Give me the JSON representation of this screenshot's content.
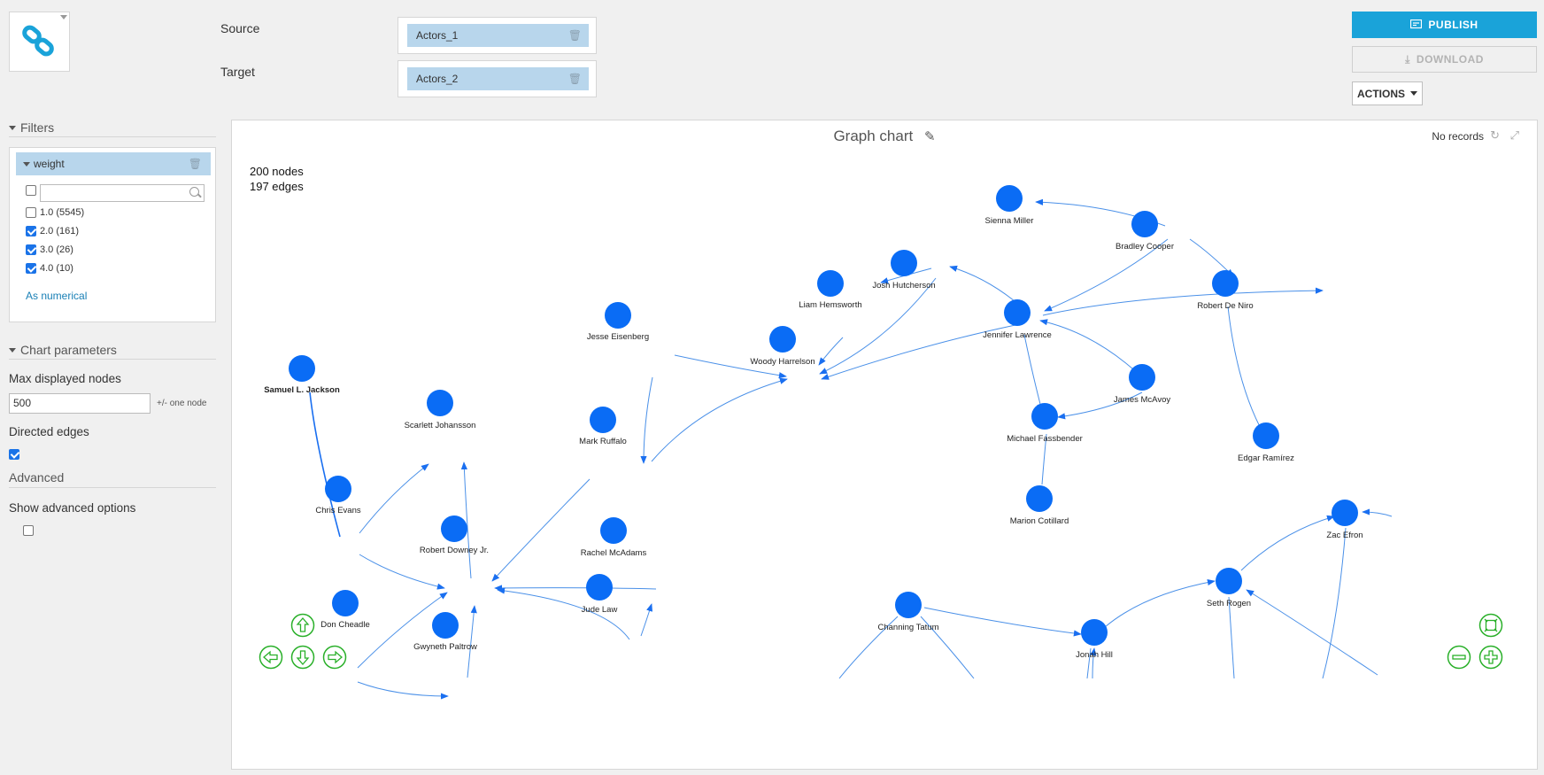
{
  "header": {
    "source_label": "Source",
    "target_label": "Target",
    "source_value": "Actors_1",
    "target_value": "Actors_2",
    "publish": "PUBLISH",
    "download": "DOWNLOAD",
    "actions": "ACTIONS"
  },
  "sidebar": {
    "filters_title": "Filters",
    "filter_column": "weight",
    "filter_options": [
      {
        "label": "1.0 (5545)",
        "checked": false
      },
      {
        "label": "2.0 (161)",
        "checked": true
      },
      {
        "label": "3.0 (26)",
        "checked": true
      },
      {
        "label": "4.0 (10)",
        "checked": true
      }
    ],
    "as_numerical": "As numerical",
    "chart_params_title": "Chart parameters",
    "max_nodes_label": "Max displayed nodes",
    "max_nodes_value": "500",
    "max_nodes_hint": "+/- one node",
    "directed_label": "Directed edges",
    "directed_checked": true,
    "advanced_title": "Advanced",
    "show_advanced_label": "Show advanced options",
    "show_advanced_checked": false
  },
  "chart": {
    "title": "Graph chart",
    "status": "No records",
    "nodes_count": "200 nodes",
    "edges_count": "197 edges"
  },
  "colors": {
    "accent": "#1aa3d9",
    "node": "#0a6cf5",
    "edge": "#4a90e8",
    "nav": "#2ab02a",
    "pill": "#b8d6ec"
  },
  "icons": {
    "logo": "link-icon",
    "publish": "publish-icon",
    "download": "download-icon",
    "refresh": "refresh-icon",
    "expand": "expand-icon",
    "edit": "pencil-icon"
  }
}
